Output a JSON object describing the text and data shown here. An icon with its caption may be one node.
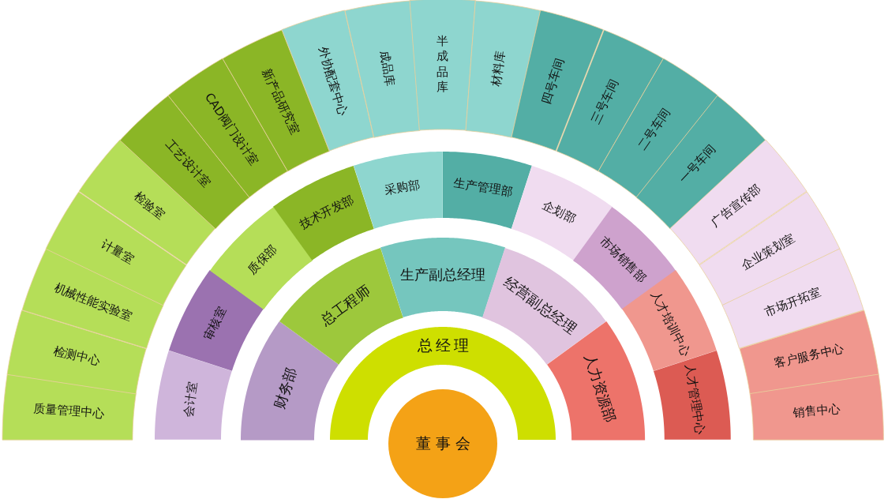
{
  "diagram": {
    "nodes": [
      {
        "text": [
          "董事会"
        ]
      },
      {
        "text": [
          "总经理"
        ]
      },
      {
        "text": [
          "财务部"
        ]
      },
      {
        "text": [
          "总工程师"
        ]
      },
      {
        "text": [
          "生产副总经理"
        ]
      },
      {
        "text": [
          "经营副总经理"
        ]
      },
      {
        "text": [
          "人力资源部"
        ]
      },
      {
        "text": [
          "会计室"
        ]
      },
      {
        "text": [
          "审核室"
        ]
      },
      {
        "text": [
          "质保部"
        ]
      },
      {
        "text": [
          "技术开发部"
        ]
      },
      {
        "text": [
          "采购部"
        ]
      },
      {
        "text": [
          "生产管理部"
        ]
      },
      {
        "text": [
          "企划部"
        ]
      },
      {
        "text": [
          "市场销售部"
        ]
      },
      {
        "text": [
          "人才培训中心"
        ]
      },
      {
        "text": [
          "人才管理中心"
        ]
      },
      {
        "text": [
          "质量管理中心"
        ]
      },
      {
        "text": [
          "检测中心"
        ]
      },
      {
        "text": [
          "机械性能实验室"
        ]
      },
      {
        "text": [
          "计量室"
        ]
      },
      {
        "text": [
          "检验室"
        ]
      },
      {
        "text": [
          "工艺设计室"
        ]
      },
      {
        "text": [
          "CAD阀门设计室"
        ]
      },
      {
        "text": [
          "新产品研究室"
        ]
      },
      {
        "text": [
          "外协配套中心"
        ]
      },
      {
        "text": [
          "成品库"
        ]
      },
      {
        "text": [
          "半成品库"
        ]
      },
      {
        "text": [
          "材料库"
        ]
      },
      {
        "text": [
          "四号车间"
        ]
      },
      {
        "text": [
          "三号车间"
        ]
      },
      {
        "text": [
          "二号车间"
        ]
      },
      {
        "text": [
          "一号车间"
        ]
      },
      {
        "text": [
          "广告宣传部"
        ]
      },
      {
        "text": [
          "企业策划室"
        ]
      },
      {
        "text": [
          "市场开拓室"
        ]
      },
      {
        "text": [
          "客户服务中心"
        ]
      },
      {
        "text": [
          "销售中心"
        ]
      }
    ]
  }
}
